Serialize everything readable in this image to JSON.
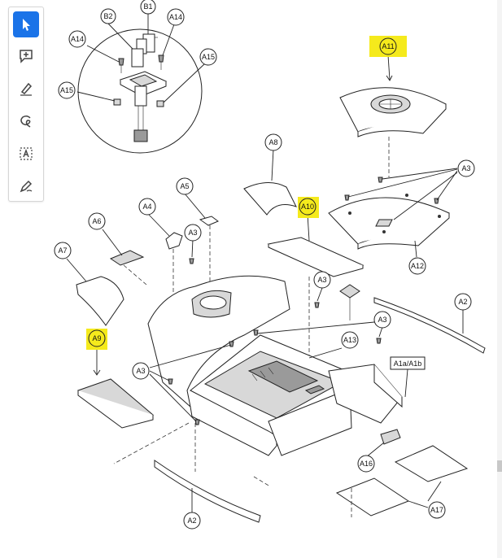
{
  "toolbar": {
    "tools": [
      {
        "name": "select",
        "icon": "cursor-icon",
        "active": true
      },
      {
        "name": "add-comment",
        "icon": "comment-plus-icon",
        "active": false
      },
      {
        "name": "highlight",
        "icon": "highlighter-icon",
        "active": false
      },
      {
        "name": "freehand",
        "icon": "freehand-loop-icon",
        "active": false
      },
      {
        "name": "text-box",
        "icon": "text-box-icon",
        "active": false
      },
      {
        "name": "signature",
        "icon": "pen-sign-icon",
        "active": false
      }
    ],
    "accent": "#1a73e8"
  },
  "highlight_color": "#f5ea1c",
  "callouts": {
    "B1": "B1",
    "B2": "B2",
    "A14a": "A14",
    "A14b": "A14",
    "A15a": "A15",
    "A15b": "A15",
    "A11": "A11",
    "A3a": "A3",
    "A8": "A8",
    "A10": "A10",
    "A12": "A12",
    "A5": "A5",
    "A4": "A4",
    "A3b": "A3",
    "A6": "A6",
    "A7": "A7",
    "A9": "A9",
    "A3c": "A3",
    "A3d": "A3",
    "A3e": "A3",
    "A13": "A13",
    "A2a": "A2",
    "A2b": "A2",
    "A16": "A16",
    "A17": "A17"
  },
  "box_label": "A1a/A1b"
}
